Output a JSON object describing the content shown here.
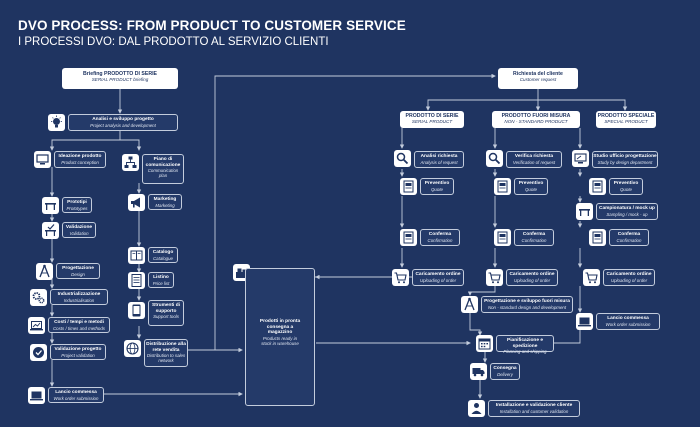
{
  "title_en": "DVO PROCESS: FROM PRODUCT TO CUSTOMER SERVICE",
  "title_it": "I PROCESSI DVO: DAL PRODOTTO AL SERVIZIO CLIENTI",
  "left": {
    "briefing": {
      "t": "Briefing PRODOTTO DI SERIE",
      "s": "SERIAL PRODUCT briefing"
    },
    "analysis": {
      "t": "Analisi e sviluppo progetto",
      "s": "Project analysis and development"
    },
    "ideazione": {
      "t": "Ideazione prodotto",
      "s": "Product conception"
    },
    "prototipi": {
      "t": "Prototipi",
      "s": "Prototypes"
    },
    "validazione": {
      "t": "Validazione",
      "s": "Validation"
    },
    "progettazione": {
      "t": "Progettazione",
      "s": "Design"
    },
    "industrializzazione": {
      "t": "Industrializzazione",
      "s": "Industrialisation"
    },
    "costi": {
      "t": "Costi / tempi e metodi",
      "s": "Costs / times and methods"
    },
    "validazione_prog": {
      "t": "Validazione progetto",
      "s": "Project validation"
    },
    "lancio": {
      "t": "Lancio commessa",
      "s": "Work order submission"
    },
    "piano": {
      "t": "Piano di comunicazione",
      "s": "Communication plan"
    },
    "marketing": {
      "t": "Marketing",
      "s": "Marketing"
    },
    "catalogo": {
      "t": "Catalogo",
      "s": "Catalogue"
    },
    "listino": {
      "t": "Listino",
      "s": "Price list"
    },
    "strumenti": {
      "t": "Strumenti di supporto",
      "s": "Support tools"
    },
    "distribuzione": {
      "t": "Distribuzione alla rete vendita",
      "s": "Distribution to sales network"
    }
  },
  "warehouse": {
    "t": "Prodotti in pronta consegna a magazzino",
    "s": "Products ready in stock in warehouse"
  },
  "right": {
    "richiesta": {
      "t": "Richiesta del cliente",
      "s": "Customer request"
    },
    "cols": [
      {
        "hdr": {
          "t": "PRODOTTO DI SERIE",
          "s": "SERIAL PRODUCT"
        },
        "a": {
          "t": "Analisi richiesta",
          "s": "Analysis of request"
        },
        "b": {
          "t": "Preventivo",
          "s": "Quote"
        },
        "c": {
          "t": "Conferma",
          "s": "Confirmation"
        },
        "d": {
          "t": "Caricamento ordine",
          "s": "Uploading of order"
        }
      },
      {
        "hdr": {
          "t": "PRODOTTO FUORI MISURA",
          "s": "NON - STANDARD PRODUCT"
        },
        "a": {
          "t": "Verifica richiesta",
          "s": "Verification of request"
        },
        "b": {
          "t": "Preventivo",
          "s": "Quote"
        },
        "c": {
          "t": "Conferma",
          "s": "Confirmation"
        },
        "d": {
          "t": "Caricamento ordine",
          "s": "Uploading of order"
        }
      },
      {
        "hdr": {
          "t": "PRODOTTO SPECIALE",
          "s": "SPECIAL PRODUCT"
        },
        "a": {
          "t": "Studio ufficio progettazione",
          "s": "Study by design department"
        },
        "b": {
          "t": "Preventivo",
          "s": "Quote"
        },
        "m": {
          "t": "Campionatura / mock up",
          "s": "Sampling / mock - up"
        },
        "c": {
          "t": "Conferma",
          "s": "Confirmation"
        },
        "d": {
          "t": "Caricamento ordine",
          "s": "Uploading of order"
        },
        "l": {
          "t": "Lancio commessa",
          "s": "Work order submission"
        }
      }
    ],
    "progettazione_fm": {
      "t": "Progettazione e sviluppo fuori misura",
      "s": "Non - standard design and development"
    },
    "pianificazione": {
      "t": "Pianificazione e spedizione",
      "s": "Planning and shipping"
    },
    "consegna": {
      "t": "Consegna",
      "s": "Delivery"
    },
    "installazione": {
      "t": "Installazione e validazione cliente",
      "s": "Installation and customer validation"
    }
  },
  "colors": {
    "background": "#1f3461",
    "box_border": "#c3ccdc",
    "line": "#c3ccdc"
  }
}
